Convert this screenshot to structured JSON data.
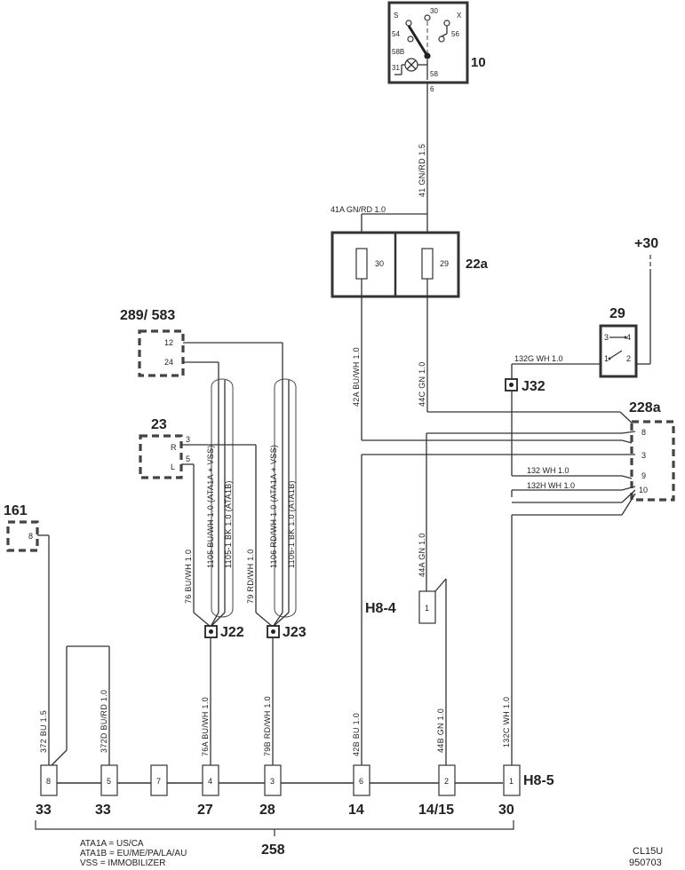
{
  "components": {
    "c10": "10",
    "c22a": "22a",
    "c29": "29",
    "c228a": "228a",
    "c289": "289/ 583",
    "c23": "23",
    "c161": "161",
    "j22": "J22",
    "j23": "J23",
    "j32": "J32",
    "h84": "H8-4",
    "h85": "H8-5",
    "c258": "258",
    "plus30": "+30"
  },
  "switch10": {
    "s": "S",
    "p30": "30",
    "x": "X",
    "p54": "54",
    "p56": "56",
    "p58b": "58B",
    "p31": "31",
    "p58": "58",
    "p6": "6"
  },
  "fuse": {
    "f30": "30",
    "f29": "29"
  },
  "pins": {
    "c29_3": "3",
    "c29_4": "4",
    "c29_1": "1",
    "c29_2": "2",
    "c228a_8": "8",
    "c228a_3": "3",
    "c228a_9": "9",
    "c228a_10": "10",
    "c289_12": "12",
    "c289_24": "24",
    "c23_3": "3",
    "c23_r": "R",
    "c23_5": "5",
    "c23_l": "L",
    "c161_8": "8",
    "h84_1": "1"
  },
  "wires": {
    "w41": "41  GN/RD 1.5",
    "w41a": "41A  GN/RD  1.0",
    "w42a": "42A  BU/WH 1.0",
    "w44c": "44C  GN 1.0",
    "w132g": "132G  WH 1.0",
    "w132": "132  WH 1.0",
    "w132h": "132H  WH 1.0",
    "w44a": "44A  GN 1.0",
    "w76": "76  BU/WH 1.0",
    "w1105": "1105  BU/WH 1.0   (ATA1A + VSS)",
    "w1105_1": "1105-1  BK 1.0  (ATA1B)",
    "w79": "79  RD/WH 1.0",
    "w1106": "1106  RD/WH 1.0   (ATA1A + VSS)",
    "w1106_1": "1106-1  BK 1.0  (ATA1B)",
    "w372": "372  BU  1.5",
    "w372d": "372D  BU/RD  1.0",
    "w76a": "76A  BU/WH 1.0",
    "w79b": "79B  RD/WH 1.0",
    "w42b": "42B  BU  1.0",
    "w44b": "44B  GN 1.0",
    "w132c": "132C  WH 1.0"
  },
  "h85_pins": [
    "8",
    "5",
    "7",
    "4",
    "3",
    "6",
    "2",
    "1"
  ],
  "bottom_labels": [
    "33",
    "33",
    "27",
    "28",
    "14",
    "14/15",
    "30"
  ],
  "legend": {
    "l1": "ATA1A = US/CA",
    "l2": "ATA1B = EU/ME/PA/LA/AU",
    "l3": "VSS   = IMMOBILIZER"
  },
  "code": {
    "c1": "CL15U",
    "c2": "950703"
  }
}
